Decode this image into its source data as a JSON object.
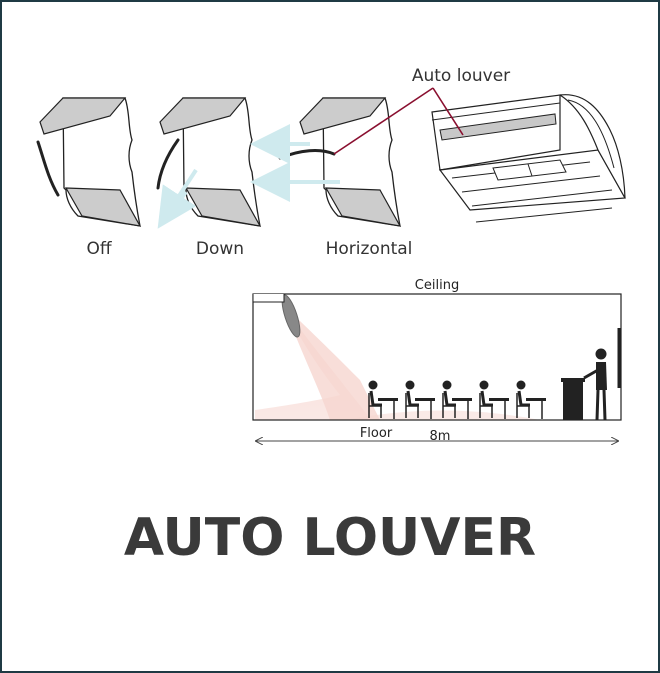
{
  "title": "AUTO LOUVER",
  "callout": "Auto louver",
  "modes": [
    "Off",
    "Down",
    "Horizontal"
  ],
  "room": {
    "ceiling_label": "Ceiling",
    "floor_label": "Floor",
    "width_label": "8m"
  },
  "colors": {
    "frame": "#1f3a44",
    "title": "#3a3a3a",
    "callout_line": "#8a1030",
    "airflow_arrow": "#cfeaee",
    "airflow_cone": "#f6d6d0",
    "unit_fill": "#c8c8c8"
  }
}
